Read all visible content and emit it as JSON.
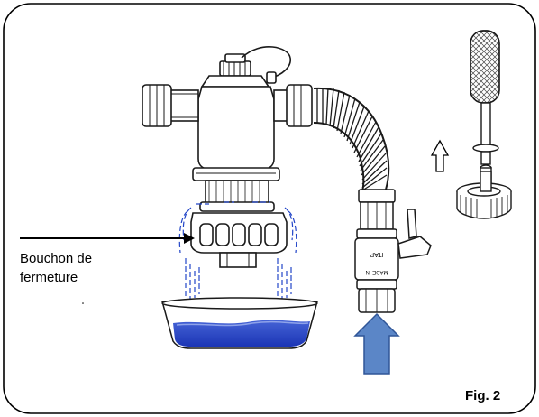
{
  "callout": {
    "line1": "Bouchon de",
    "line2": "fermeture"
  },
  "figure_label": "Fig. 2",
  "colors": {
    "water": "#2346c8",
    "water_light": "#8fa3ea",
    "flow_arrow": "#5b86c7",
    "flow_arrow_stroke": "#2f5597",
    "outline": "#1a1a1a"
  },
  "icons": [
    "up-arrow-icon",
    "filter-mesh-icon",
    "flow-arrow-icon"
  ]
}
